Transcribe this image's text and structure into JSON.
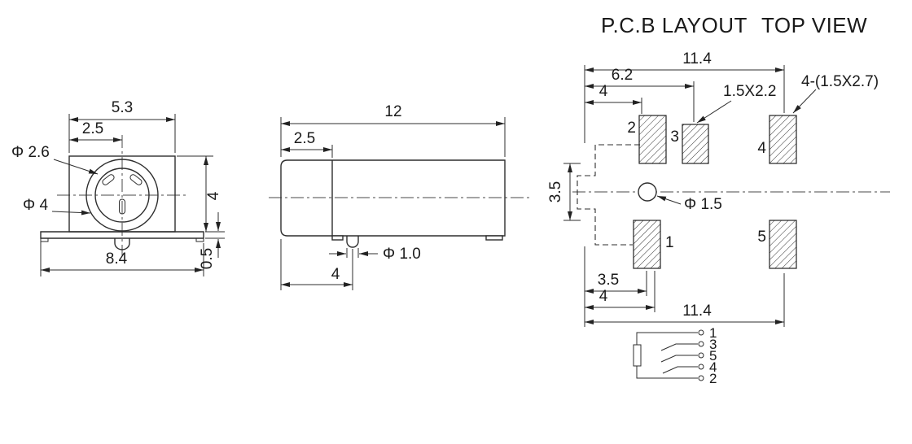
{
  "titles": {
    "pcb_layout": "P.C.B LAYOUT",
    "top_view": "TOP VIEW"
  },
  "front_view": {
    "top_width": "5.3",
    "ring_offset": "2.5",
    "inner_dia": "Φ 2.6",
    "outer_dia": "Φ 4",
    "base_width": "8.4",
    "body_height": "4",
    "base_thickness": "0.5"
  },
  "side_view": {
    "length": "12",
    "nose_length": "2.5",
    "pin_dia": "Φ 1.0",
    "pin_position": "4"
  },
  "pcb": {
    "top_width": "11.4",
    "pad3_offset": "6.2",
    "pad2_offset": "4",
    "pad3_size": "1.5X2.2",
    "pads_size": "4-(1.5X2.7)",
    "row_gap": "3.5",
    "hole_dia": "Φ 1.5",
    "pad1_offset_a": "3.5",
    "pad1_offset_b": "4",
    "bottom_width": "11.4",
    "pad_labels": {
      "p1": "1",
      "p2": "2",
      "p3": "3",
      "p4": "4",
      "p5": "5"
    }
  },
  "schematic": {
    "pins": [
      "1",
      "3",
      "5",
      "4",
      "2"
    ]
  }
}
